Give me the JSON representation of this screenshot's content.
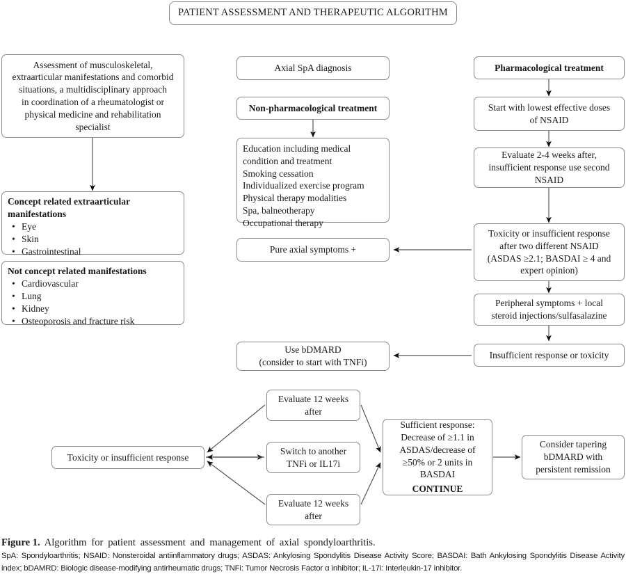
{
  "figure": {
    "banner": "PATIENT ASSESSMENT AND THERAPEUTIC ALGORITHM",
    "caption_label": "Figure 1.",
    "caption_main": "Algorithm for patient assessment and management of axial spondyloarthritis.",
    "caption_abbreviations": "SpA: Spondyloarthritis; NSAID: Nonsteroidal antiinflammatory drugs; ASDAS: Ankylosing Spondylitis Disease Activity Score; BASDAI: Bath Ankylosing Spondylitis Disease Activity index; bDAMRD: Biologic disease-modifying antirheumatic drugs; TNFi: Tumor Necrosis Factor α inhibitor; IL-17i: Interleukin-17 inhibitor."
  },
  "colors": {
    "box_border": "#8a8a8a",
    "connector": "#555555",
    "text": "#1a1a1a",
    "background": "#ffffff"
  },
  "left_column": {
    "assessment": {
      "lines": [
        "Assessment of musculoskeletal,",
        "extraarticular manifestations and comorbid",
        "situations, a multidisciplinary approach",
        "in coordination of a rheumatologist or",
        "physical medicine and rehabilitation",
        "specialist"
      ]
    },
    "concept_related": {
      "heading": "Concept related extraarticular manifestations",
      "items": [
        "Eye",
        "Skin",
        "Gastrointestinal"
      ]
    },
    "not_concept_related": {
      "heading": "Not concept related manifestations",
      "items": [
        "Cardiovascular",
        "Lung",
        "Kidney",
        "Osteoporosis and fracture risk"
      ]
    }
  },
  "middle_column": {
    "diagnosis": {
      "lines": [
        "Axial SpA diagnosis"
      ]
    },
    "non_pharm": {
      "lines": [
        "Non-pharmacological treatment"
      ]
    },
    "non_pharm_details": {
      "lines": [
        "Education including medical",
        "condition and treatment",
        "Smoking cessation",
        "Individualized exercise program",
        "Physical therapy modalities",
        "Spa, balneotherapy",
        "Occupational therapy"
      ]
    },
    "pure_axial": {
      "lines": [
        "Pure axial symptoms +"
      ]
    },
    "use_bdmard": {
      "lines": [
        "Use bDMARD",
        "(consider to start with TNFi)"
      ]
    }
  },
  "right_column": {
    "pharm": {
      "lines": [
        "Pharmacological treatment"
      ]
    },
    "start_nsaid": {
      "lines": [
        "Start with lowest effective doses",
        "of NSAID"
      ]
    },
    "evaluate_nsaid": {
      "lines": [
        "Evaluate 2-4 weeks after,",
        "insufficient response use second",
        "NSAID"
      ]
    },
    "toxicity_two_nsaid": {
      "lines": [
        "Toxicity or insufficient response",
        "after two different NSAID",
        "(ASDAS ≥2.1; BASDAI ≥ 4 and",
        "expert opinion)"
      ]
    },
    "peripheral": {
      "lines": [
        "Peripheral symptoms + local",
        "steroid injections/sulfasalazine"
      ]
    },
    "insufficient_or_toxicity": {
      "lines": [
        "Insufficient response or toxicity"
      ]
    }
  },
  "bottom_section": {
    "toxicity_insufficient": {
      "lines": [
        "Toxicity or insufficient response"
      ]
    },
    "evaluate_top": {
      "lines": [
        "Evaluate 12 weeks",
        "after"
      ]
    },
    "switch": {
      "lines": [
        "Switch to another",
        "TNFi or IL17i"
      ]
    },
    "evaluate_bottom": {
      "lines": [
        "Evaluate 12 weeks",
        "after"
      ]
    },
    "sufficient_response": {
      "lines": [
        "Sufficient response:",
        "Decrease of ≥1.1 in",
        "ASDAS/decrease of",
        "≥50% or 2 units in",
        "BASDAI"
      ],
      "emphasis": "CONTINUE"
    },
    "taper": {
      "lines": [
        "Consider tapering",
        "bDMARD with",
        "persistent remission"
      ]
    }
  }
}
